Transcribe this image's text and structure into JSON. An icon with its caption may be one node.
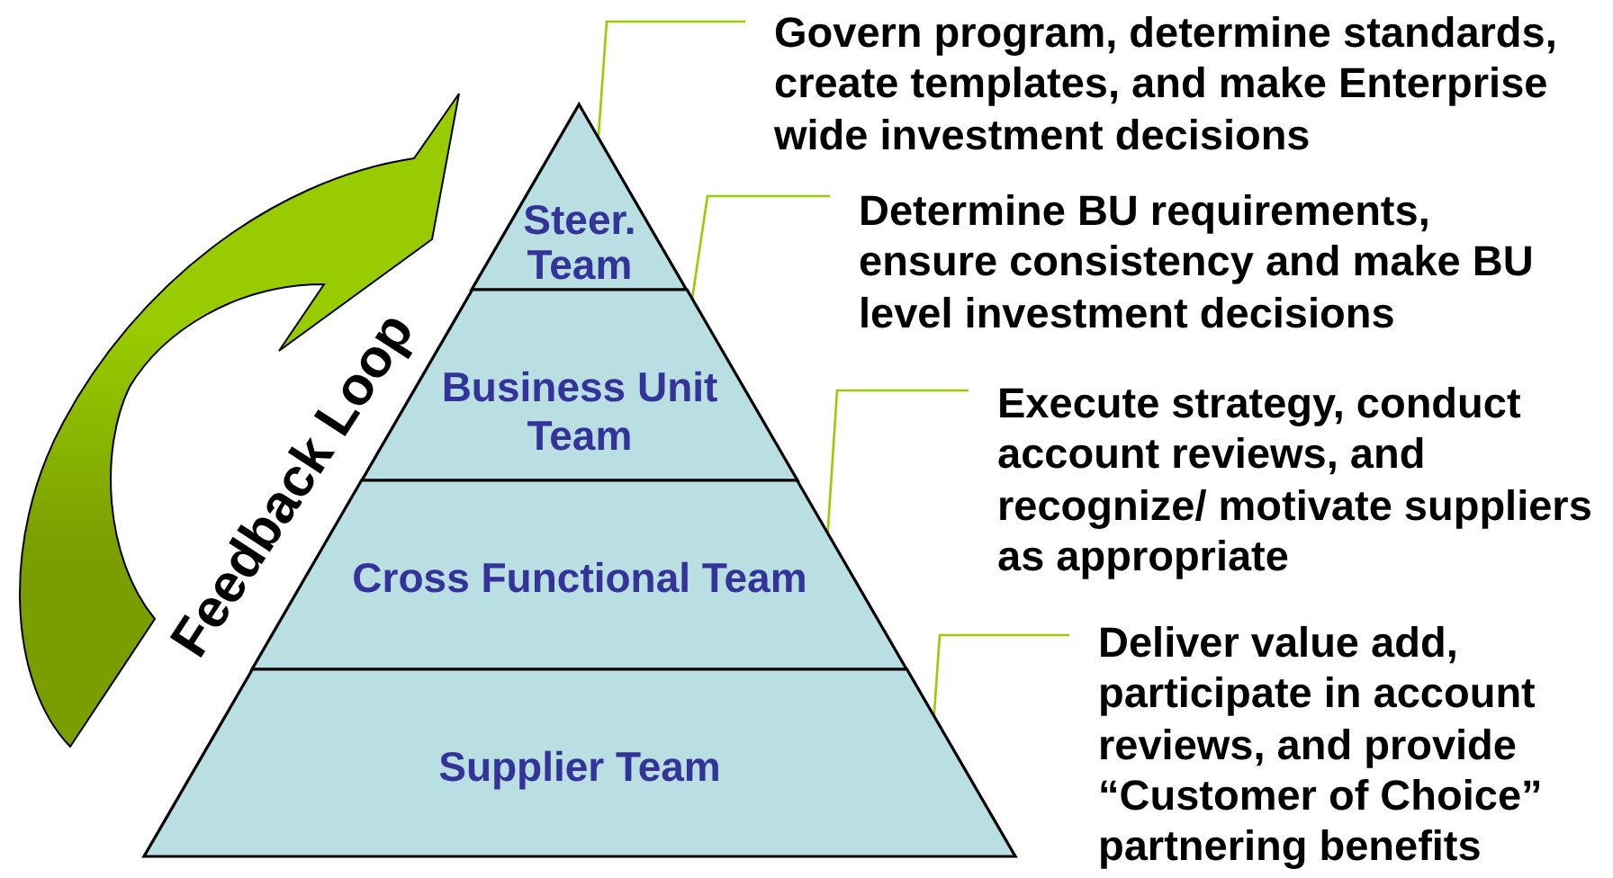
{
  "diagram": {
    "nodes": [
      {
        "text": [
          "Steer. Team"
        ]
      },
      {
        "text": [
          "Business Unit Team"
        ]
      },
      {
        "text": [
          "Cross Functional Team"
        ]
      },
      {
        "text": [
          "Supplier Team"
        ]
      },
      {
        "text": [
          "Govern program, determine standards, create templates, and make Enterprise wide investment decisions"
        ]
      },
      {
        "text": [
          "Determine BU requirements, ensure consistency and make BU level investment decisions"
        ]
      },
      {
        "text": [
          "Execute strategy, conduct account reviews, and recognize/ motivate suppliers as appropriate"
        ]
      },
      {
        "text": [
          "Deliver value add, participate in account reviews, and provide “Customer of Choice” partnering benefits"
        ]
      }
    ],
    "edges": [
      {
        "from": 4,
        "to": 0,
        "arrow": "none"
      },
      {
        "from": 5,
        "to": 1,
        "arrow": "none"
      },
      {
        "from": 6,
        "to": 2,
        "arrow": "none"
      },
      {
        "from": 7,
        "to": 3,
        "arrow": "none"
      }
    ],
    "labels": [
      "Feedback Loop"
    ]
  }
}
